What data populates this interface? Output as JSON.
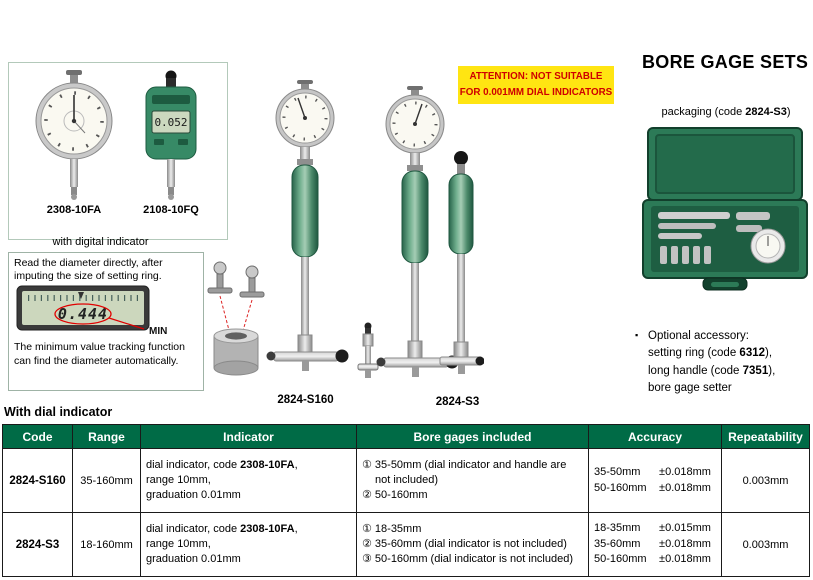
{
  "header": {
    "title": "BORE GAGE SETS",
    "attention_line1": "ATTENTION: NOT SUITABLE",
    "attention_line2": "FOR 0.001MM DIAL INDICATORS",
    "packaging": {
      "prefix": "packaging (code ",
      "code": "2824-S3",
      "suffix": ")"
    }
  },
  "indicator_box": {
    "analog_code": "2308-10FA",
    "digital_code": "2108-10FQ",
    "digital_lcd": "0.052"
  },
  "digital_info": {
    "caption": "with digital indicator",
    "text_top": "Read the diameter directly, after imputing the size of setting ring.",
    "lcd_value": "0.444",
    "min_label": "MIN",
    "text_bottom": "The minimum value tracking function can find the diameter automatically."
  },
  "products": {
    "left_code": "2824-S160",
    "right_code": "2824-S3"
  },
  "accessory": {
    "title": "Optional accessory:",
    "line1_prefix": "setting ring (code ",
    "line1_code": "6312",
    "line1_suffix": "),",
    "line2_prefix": "long handle (code ",
    "line2_code": "7351",
    "line2_suffix": "),",
    "line3": "bore gage setter"
  },
  "table": {
    "section_title": "With dial indicator",
    "headers": [
      "Code",
      "Range",
      "Indicator",
      "Bore gages included",
      "Accuracy",
      "Repeatability"
    ],
    "rows": [
      {
        "code": "2824-S160",
        "range": "35-160mm",
        "indicator": {
          "prefix": "dial indicator, code ",
          "code": "2308-10FA",
          "line1_end": ",",
          "line2": "range 10mm,",
          "line3": "graduation 0.01mm"
        },
        "bore_gages": [
          "① 35-50mm (dial indicator and handle are not included)",
          "② 50-160mm"
        ],
        "accuracy": [
          {
            "range": "35-50mm",
            "value": "±0.018mm"
          },
          {
            "range": "50-160mm",
            "value": "±0.018mm"
          }
        ],
        "repeatability": "0.003mm"
      },
      {
        "code": "2824-S3",
        "range": "18-160mm",
        "indicator": {
          "prefix": "dial indicator, code ",
          "code": "2308-10FA",
          "line1_end": ",",
          "line2": "range 10mm,",
          "line3": "graduation 0.01mm"
        },
        "bore_gages": [
          "① 18-35mm",
          "② 35-60mm (dial indicator is not included)",
          "③ 50-160mm (dial indicator is not included)"
        ],
        "accuracy": [
          {
            "range": "18-35mm",
            "value": "±0.015mm"
          },
          {
            "range": "35-60mm",
            "value": "±0.018mm"
          },
          {
            "range": "50-160mm",
            "value": "±0.018mm"
          }
        ],
        "repeatability": "0.003mm"
      }
    ]
  },
  "colors": {
    "brand_green": "#006b46",
    "attention_bg": "#ffe512",
    "attention_text": "#cf0000"
  }
}
